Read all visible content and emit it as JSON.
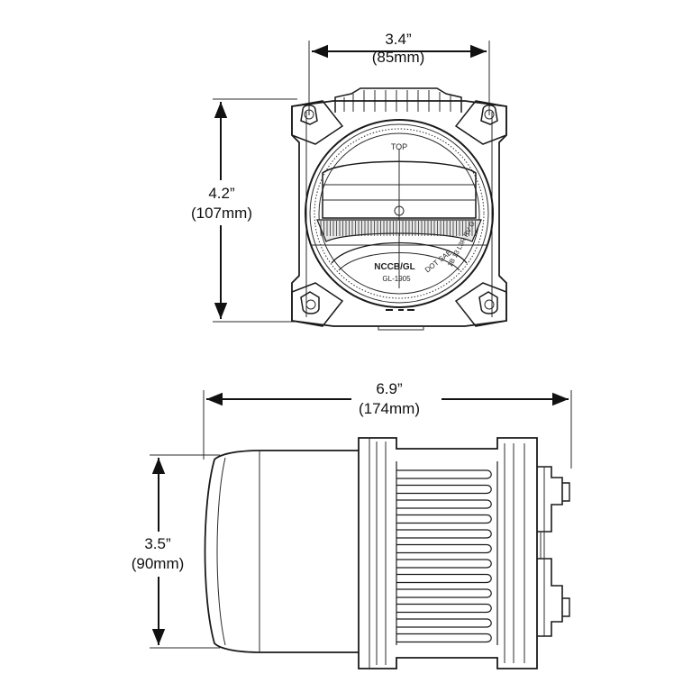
{
  "dimensions": {
    "front_width": {
      "imperial": "3.4”",
      "metric": "(85mm)"
    },
    "front_height": {
      "imperial": "4.2”",
      "metric": "(107mm)"
    },
    "side_length": {
      "imperial": "6.9”",
      "metric": "(174mm)"
    },
    "side_height": {
      "imperial": "3.5”",
      "metric": "(90mm)"
    }
  },
  "lens_markings": {
    "top": "TOP",
    "brand": "NCCB/GL",
    "model": "GL-1905",
    "dot": "DOT SAE",
    "code": "1B 13 L3R RV G"
  },
  "colors": {
    "line": "#1a1a1a",
    "background": "#ffffff"
  }
}
